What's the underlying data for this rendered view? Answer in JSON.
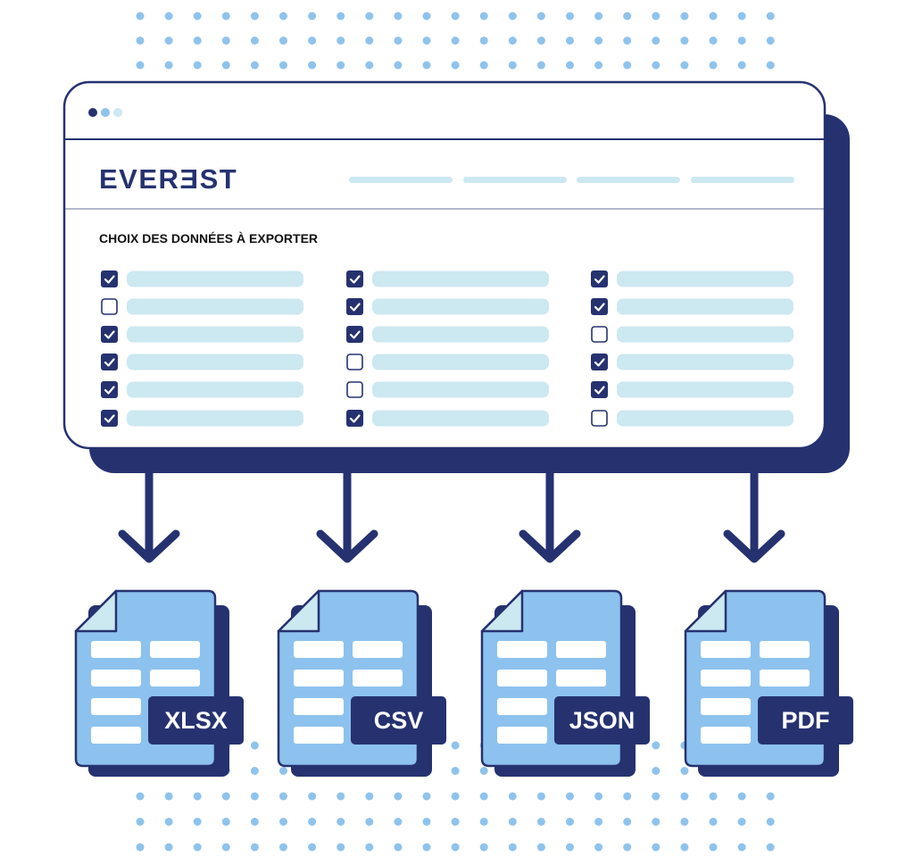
{
  "brand": {
    "logo_text": "EVERƎST",
    "colors": {
      "navy": "#263270",
      "red": "#e3253a",
      "light_blue": "#cce8f1",
      "file_blue": "#8dc2ee",
      "dot_blue": "#8fc3ec"
    }
  },
  "window": {
    "section_title": "CHOIX DES DONNÉES À EXPORTER",
    "columns": [
      {
        "checked": [
          true,
          false,
          true,
          true,
          true,
          true
        ]
      },
      {
        "checked": [
          true,
          true,
          true,
          false,
          false,
          true
        ]
      },
      {
        "checked": [
          true,
          true,
          false,
          true,
          true,
          false
        ]
      }
    ]
  },
  "exports": [
    {
      "format": "XLSX"
    },
    {
      "format": "CSV"
    },
    {
      "format": "JSON"
    },
    {
      "format": "PDF"
    }
  ],
  "icons": {
    "check": "check-icon",
    "arrow": "arrow-down-icon",
    "file": "file-icon"
  }
}
